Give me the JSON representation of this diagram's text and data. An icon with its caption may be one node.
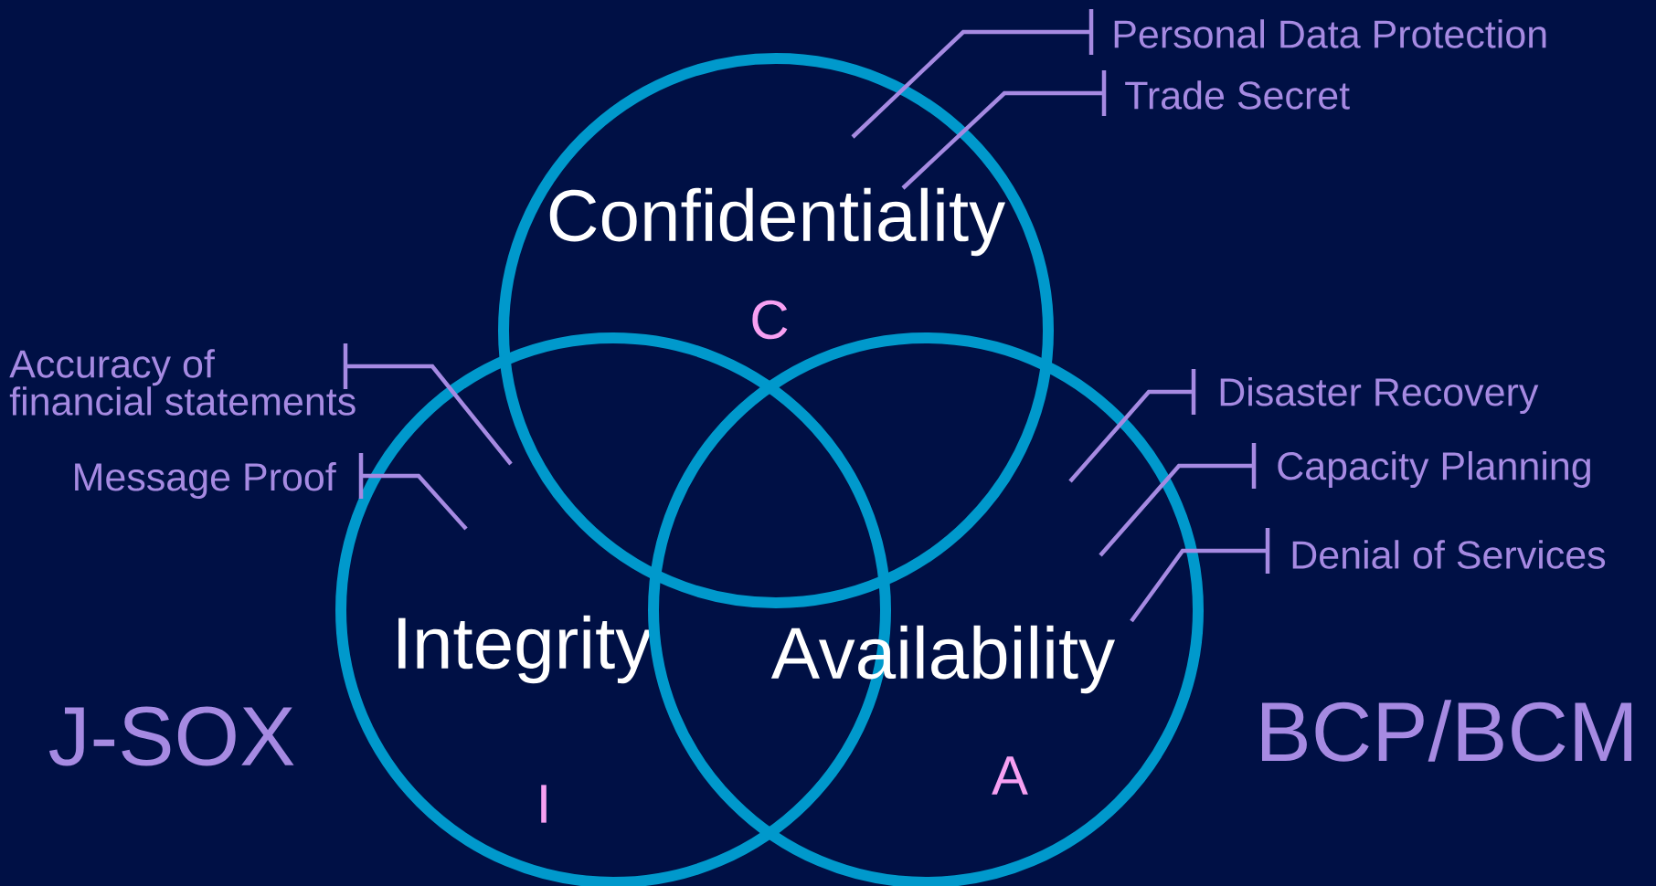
{
  "diagram": {
    "nodes": [
      {
        "text": [
          "Confidentiality",
          "C"
        ]
      },
      {
        "text": [
          "Integrity",
          "I"
        ]
      },
      {
        "text": [
          "Availability",
          "A"
        ]
      },
      {
        "text": [
          "Personal Data Protection"
        ]
      },
      {
        "text": [
          "Trade Secret"
        ]
      },
      {
        "text": [
          "Accuracy of financial statements"
        ]
      },
      {
        "text": [
          "Message Proof"
        ]
      },
      {
        "text": [
          "Disaster Recovery"
        ]
      },
      {
        "text": [
          "Capacity Planning"
        ]
      },
      {
        "text": [
          "Denial of Services"
        ]
      }
    ],
    "edges": [
      {
        "from": 3,
        "to": 0,
        "arrow": "none"
      },
      {
        "from": 4,
        "to": 0,
        "arrow": "none"
      },
      {
        "from": 5,
        "to": 1,
        "arrow": "none"
      },
      {
        "from": 6,
        "to": 1,
        "arrow": "none"
      },
      {
        "from": 7,
        "to": 2,
        "arrow": "none"
      },
      {
        "from": 8,
        "to": 2,
        "arrow": "none"
      },
      {
        "from": 9,
        "to": 2,
        "arrow": "none"
      }
    ],
    "labels": [
      "J-SOX",
      "BCP/BCM"
    ]
  }
}
